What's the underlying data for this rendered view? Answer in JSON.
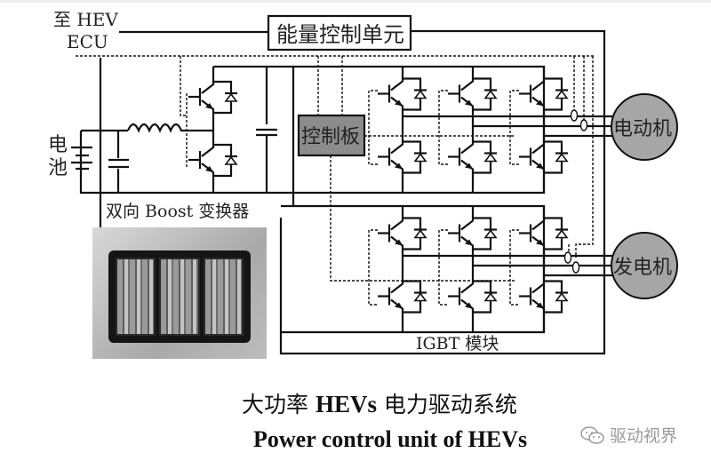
{
  "diagram": {
    "labels": {
      "hev_ecu_line1": "至 HEV",
      "hev_ecu_line2": "ECU",
      "energy_control_unit": "能量控制单元",
      "battery_char1": "电",
      "battery_char2": "池",
      "boost_converter": "双向 Boost 变换器",
      "control_board": "控制板",
      "motor": "电动机",
      "generator": "发电机",
      "igbt_module": "IGBT 模块"
    },
    "colors": {
      "wire": "#111111",
      "control_board_fill": "#8c8c8c",
      "machine_fill": "#a6a6a6"
    },
    "photo": {
      "description": "IGBT power module photo"
    }
  },
  "caption": {
    "cn_prefix": "大功率 ",
    "cn_bold": "HEVs",
    "cn_suffix": " 电力驱动系统",
    "en": "Power control unit of HEVs"
  },
  "watermark": {
    "text": "驱动视界"
  }
}
